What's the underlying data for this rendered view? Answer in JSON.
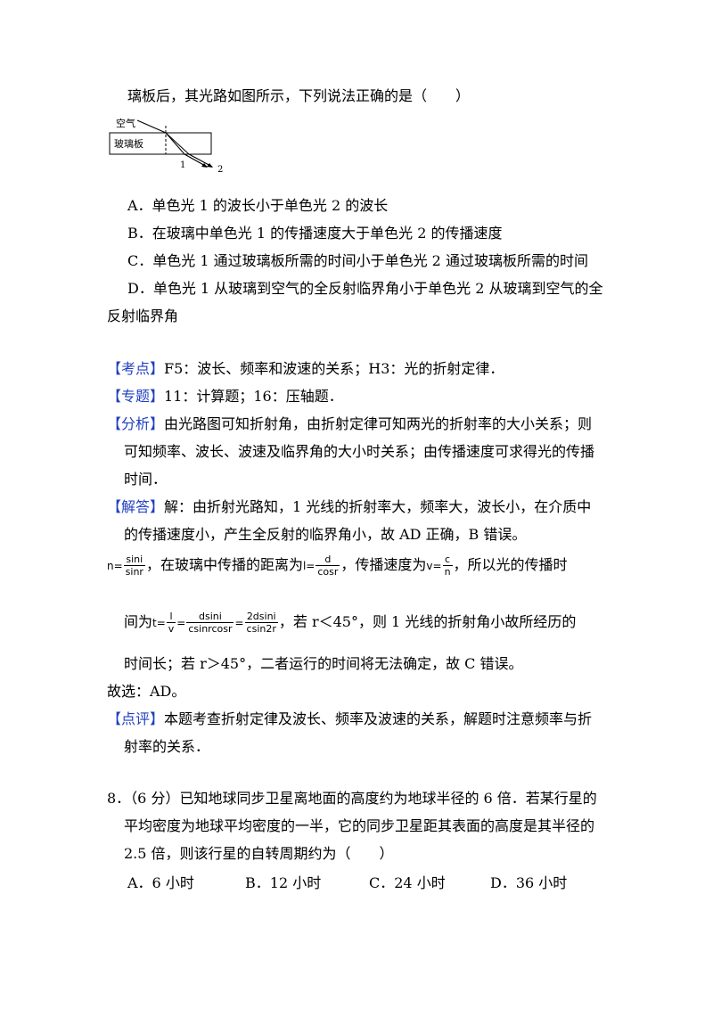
{
  "question_stem": "璃板后，其光路如图所示，下列说法正确的是（　　）",
  "figure": {
    "air_label": "空气",
    "glass_label": "玻璃板",
    "ray1_label": "1",
    "ray2_label": "2"
  },
  "options": {
    "A": "A．单色光 1 的波长小于单色光 2 的波长",
    "B": "B．在玻璃中单色光 1 的传播速度大于单色光 2 的传播速度",
    "C": "C．单色光 1 通过玻璃板所需的时间小于单色光 2 通过玻璃板所需的时间",
    "D_line1": "D．单色光 1 从玻璃到空气的全反射临界角小于单色光 2 从玻璃到空气的全",
    "D_line2": "反射临界角"
  },
  "analysis": {
    "kaodian_tag": "【考点】",
    "kaodian_text": "F5：波长、频率和波速的关系；H3：光的折射定律．",
    "zhuanti_tag": "【专题】",
    "zhuanti_text": "11：计算题；16：压轴题．",
    "fenxi_tag": "【分析】",
    "fenxi_line1": "由光路图可知折射角，由折射定律可知两光的折射率的大小关系；则",
    "fenxi_line2": "可知频率、波长、波速及临界角的大小时关系；由传播速度可求得光的传播",
    "fenxi_line3": "时间．",
    "jieda_tag": "【解答】",
    "jieda_line1": "解：由折射光路知，1 光线的折射率大，频率大，波长小，在介质中",
    "jieda_line2": "的传播速度小，产生全反射的临界角小，故 AD 正确，B 错误。",
    "f_n_lhs": "n=",
    "f_n_num": "sini",
    "f_n_den": "sinr",
    "f_line3_a": "，在玻璃中传播的距离为",
    "f_l_lhs": "l=",
    "f_l_num": "d",
    "f_l_den": "cosr",
    "f_line3_b": "，传播速度为",
    "f_v_lhs": "v=",
    "f_v_num": "c",
    "f_v_den": "n",
    "f_line3_c": "，所以光的传播时",
    "f_line4_a": "间为",
    "f_t_lhs": "t=",
    "f_t1_num": "l",
    "f_t1_den": "v",
    "f_eq1": "=",
    "f_t2_num": "dsini",
    "f_t2_den": "csinrcosr",
    "f_eq2": "=",
    "f_t3_num": "2dsini",
    "f_t3_den": "csin2r",
    "f_line4_b": "，若 r＜45°，则 1 光线的折射角小故所经历的",
    "jieda_line5": "时间长；若 r＞45°，二者运行的时间将无法确定，故 C 错误。",
    "guxuan": "故选：AD。",
    "dianping_tag": "【点评】",
    "dianping_line1": "本题考查折射定律及波长、频率及波速的关系，解题时注意频率与折",
    "dianping_line2": "射率的关系．"
  },
  "question8": {
    "line1": "8．（6 分）已知地球同步卫星离地面的高度约为地球半径的 6 倍．若某行星的",
    "line2": "平均密度为地球平均密度的一半，它的同步卫星距其表面的高度是其半径的",
    "line3": "2.5 倍，则该行星的自转周期约为（　　）",
    "options": [
      "A．6 小时",
      "B．12 小时",
      "C．24 小时",
      "D．36 小时"
    ]
  }
}
